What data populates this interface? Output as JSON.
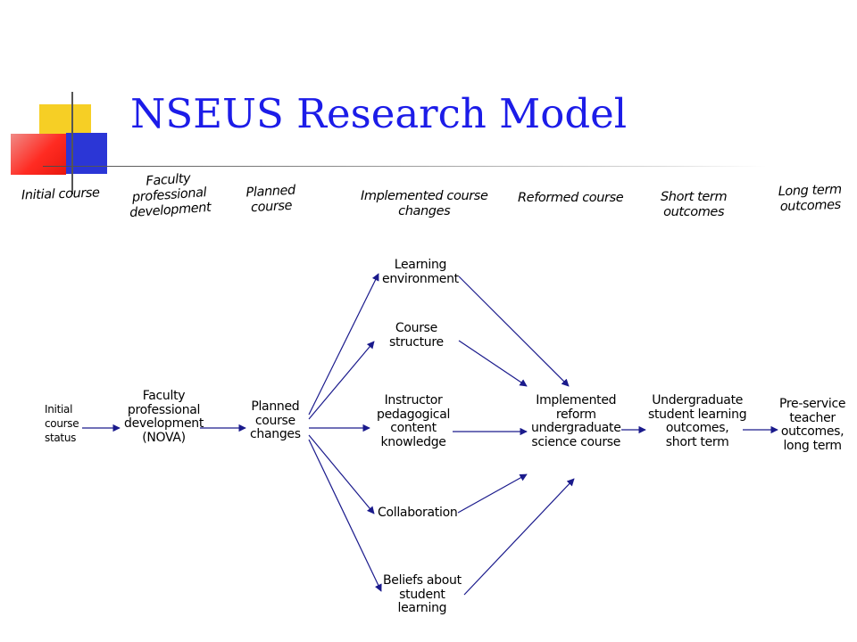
{
  "title": "NSEUS Research Model",
  "stage_headers": [
    "Initial course",
    "Faculty\nprofessional\ndevelopment",
    "Planned\ncourse",
    "Implemented course\nchanges",
    "Reformed course",
    "Short term\noutcomes",
    "Long term\noutcomes"
  ],
  "nodes": {
    "initial_course_status": "Initial\ncourse\nstatus",
    "faculty_pd": "Faculty\nprofessional\ndevelopment\n(NOVA)",
    "planned_course_changes": "Planned\ncourse\nchanges",
    "learning_environment": "Learning\nenvironment",
    "course_structure": "Course\nstructure",
    "instructor_pck": "Instructor\npedagogical\ncontent\nknowledge",
    "collaboration": "Collaboration",
    "beliefs": "Beliefs about\nstudent\nlearning",
    "implemented_reform": "Implemented\nreform\nundergraduate\nscience course",
    "undergrad_outcomes": "Undergraduate\nstudent learning\noutcomes,\nshort term",
    "preservice_outcomes": "Pre-service\nteacher\noutcomes,\nlong term"
  },
  "colors": {
    "title": "#1c1ce8",
    "arrow": "#1a1a8c",
    "accent_yellow": "#f6cf25",
    "accent_blue": "#2b36d6",
    "accent_red": "#ff2b22"
  }
}
